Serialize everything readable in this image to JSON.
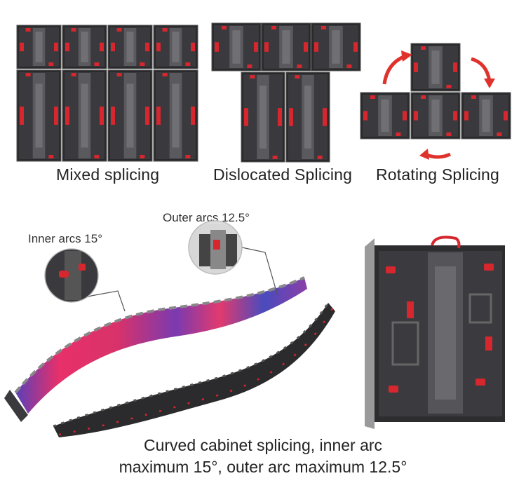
{
  "captions": {
    "mixed": "Mixed splicing",
    "dislocated": "Dislocated Splicing",
    "rotating": "Rotating Splicing"
  },
  "labels": {
    "inner_arcs": "Inner arcs 15°",
    "outer_arcs": "Outer arcs 12.5°"
  },
  "bottom_caption": {
    "line1": "Curved cabinet splicing, inner arc",
    "line2": "maximum 15°, outer arc maximum 12.5°"
  },
  "colors": {
    "cabinet_dark": "#2b2b2d",
    "cabinet_mid": "#4a4a4e",
    "accent_red": "#d6262e",
    "arrow_red": "#e0322c",
    "screen_pink": "#e8306a",
    "screen_purple": "#6a3fb0"
  },
  "icons": {
    "rotate_arrows": "curved-arrow-icon"
  }
}
